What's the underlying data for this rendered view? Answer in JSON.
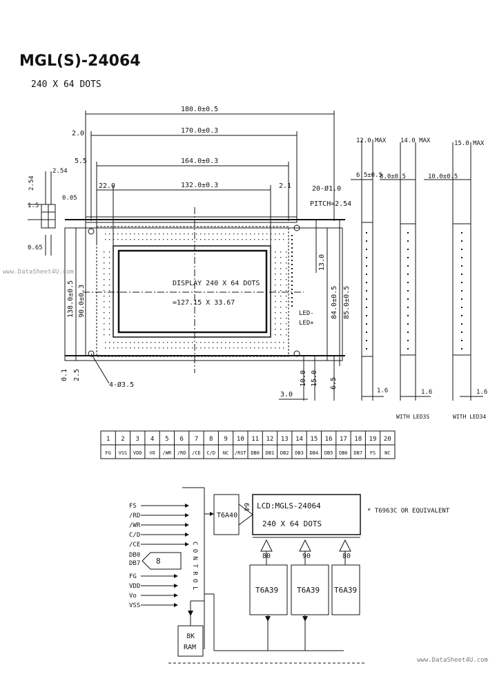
{
  "title": "MGL(S)-24064",
  "subtitle": "240 X 64 DOTS",
  "dims": {
    "w180": "180.0±0.5",
    "w170": "170.0±0.3",
    "w164": "164.0±0.3",
    "w132": "132.0±0.3",
    "d20": "2.0",
    "d55": "5.5",
    "d220": "22.0",
    "d21": "2.1",
    "d254a": "2.54",
    "d254b": "2.54",
    "pitch": "PITCH=2.54",
    "d20x31": "20-Ø1.0",
    "d05": "0.05",
    "d065": "0.65",
    "d15": "1.5",
    "h1380": "138.0±0.5",
    "h90": "90.0±0.3",
    "h130": "13.0",
    "h840": "84.0±0.5",
    "h850": "85.0±0.5",
    "h4d35": "4-Ø3.5",
    "h100": "10.0",
    "h150": "15.0",
    "h65": "6.5",
    "h30": "3.0",
    "h01": "0.1",
    "h25": "2.5"
  },
  "display": {
    "line1": "DISPLAY 240 X 64 DOTS",
    "line2": "=127.15 X 33.67",
    "led_minus": "LED-",
    "led_plus": "LED+"
  },
  "side": {
    "t120": "12.0 MAX",
    "t140": "14.0 MAX",
    "t150": "15.0 MAX",
    "s65": "6.5±0.5",
    "s80": "8.0±0.5",
    "s100": "10.0±0.5",
    "b16a": "1.6",
    "b16b": "1.6",
    "b16c": "1.6",
    "led3": "WITH LED3S",
    "led4": "WITH LED34"
  },
  "pins": {
    "numbers": [
      "1",
      "2",
      "3",
      "4",
      "5",
      "6",
      "7",
      "8",
      "9",
      "10",
      "11",
      "12",
      "13",
      "14",
      "15",
      "16",
      "17",
      "18",
      "19",
      "20"
    ],
    "names": [
      "FG",
      "VSS",
      "VDD",
      "VO",
      "/WR",
      "/RD",
      "/CE",
      "C/D",
      "NC",
      "/RST",
      "DB0",
      "DB1",
      "DB2",
      "DB3",
      "DB4",
      "DB5",
      "DB6",
      "DB7",
      "FS",
      "NC"
    ]
  },
  "block": {
    "inputs": [
      "FS",
      "/RD",
      "/WR",
      "C/D",
      "/CE"
    ],
    "db0": "DB0",
    "db7": "DB7",
    "bus": "8",
    "power": [
      "FG",
      "VDD",
      "Vo",
      "VSS"
    ],
    "controller": "T6A40",
    "bus64": "64",
    "lcd_line1": "LCD:MGLS-24064",
    "lcd_line2": "240 X 64 DOTS",
    "note": "* T6963C OR EQUIVALENT",
    "control": "C O N T R O L",
    "driver_bus": [
      "80",
      "90",
      "80"
    ],
    "drivers": [
      "T6A39",
      "T6A39",
      "T6A39"
    ],
    "ram1": "8K",
    "ram2": "RAM"
  },
  "watermarks": {
    "left": "www.DataSheet4U.com",
    "right": "www.DataSheet4U.com"
  }
}
